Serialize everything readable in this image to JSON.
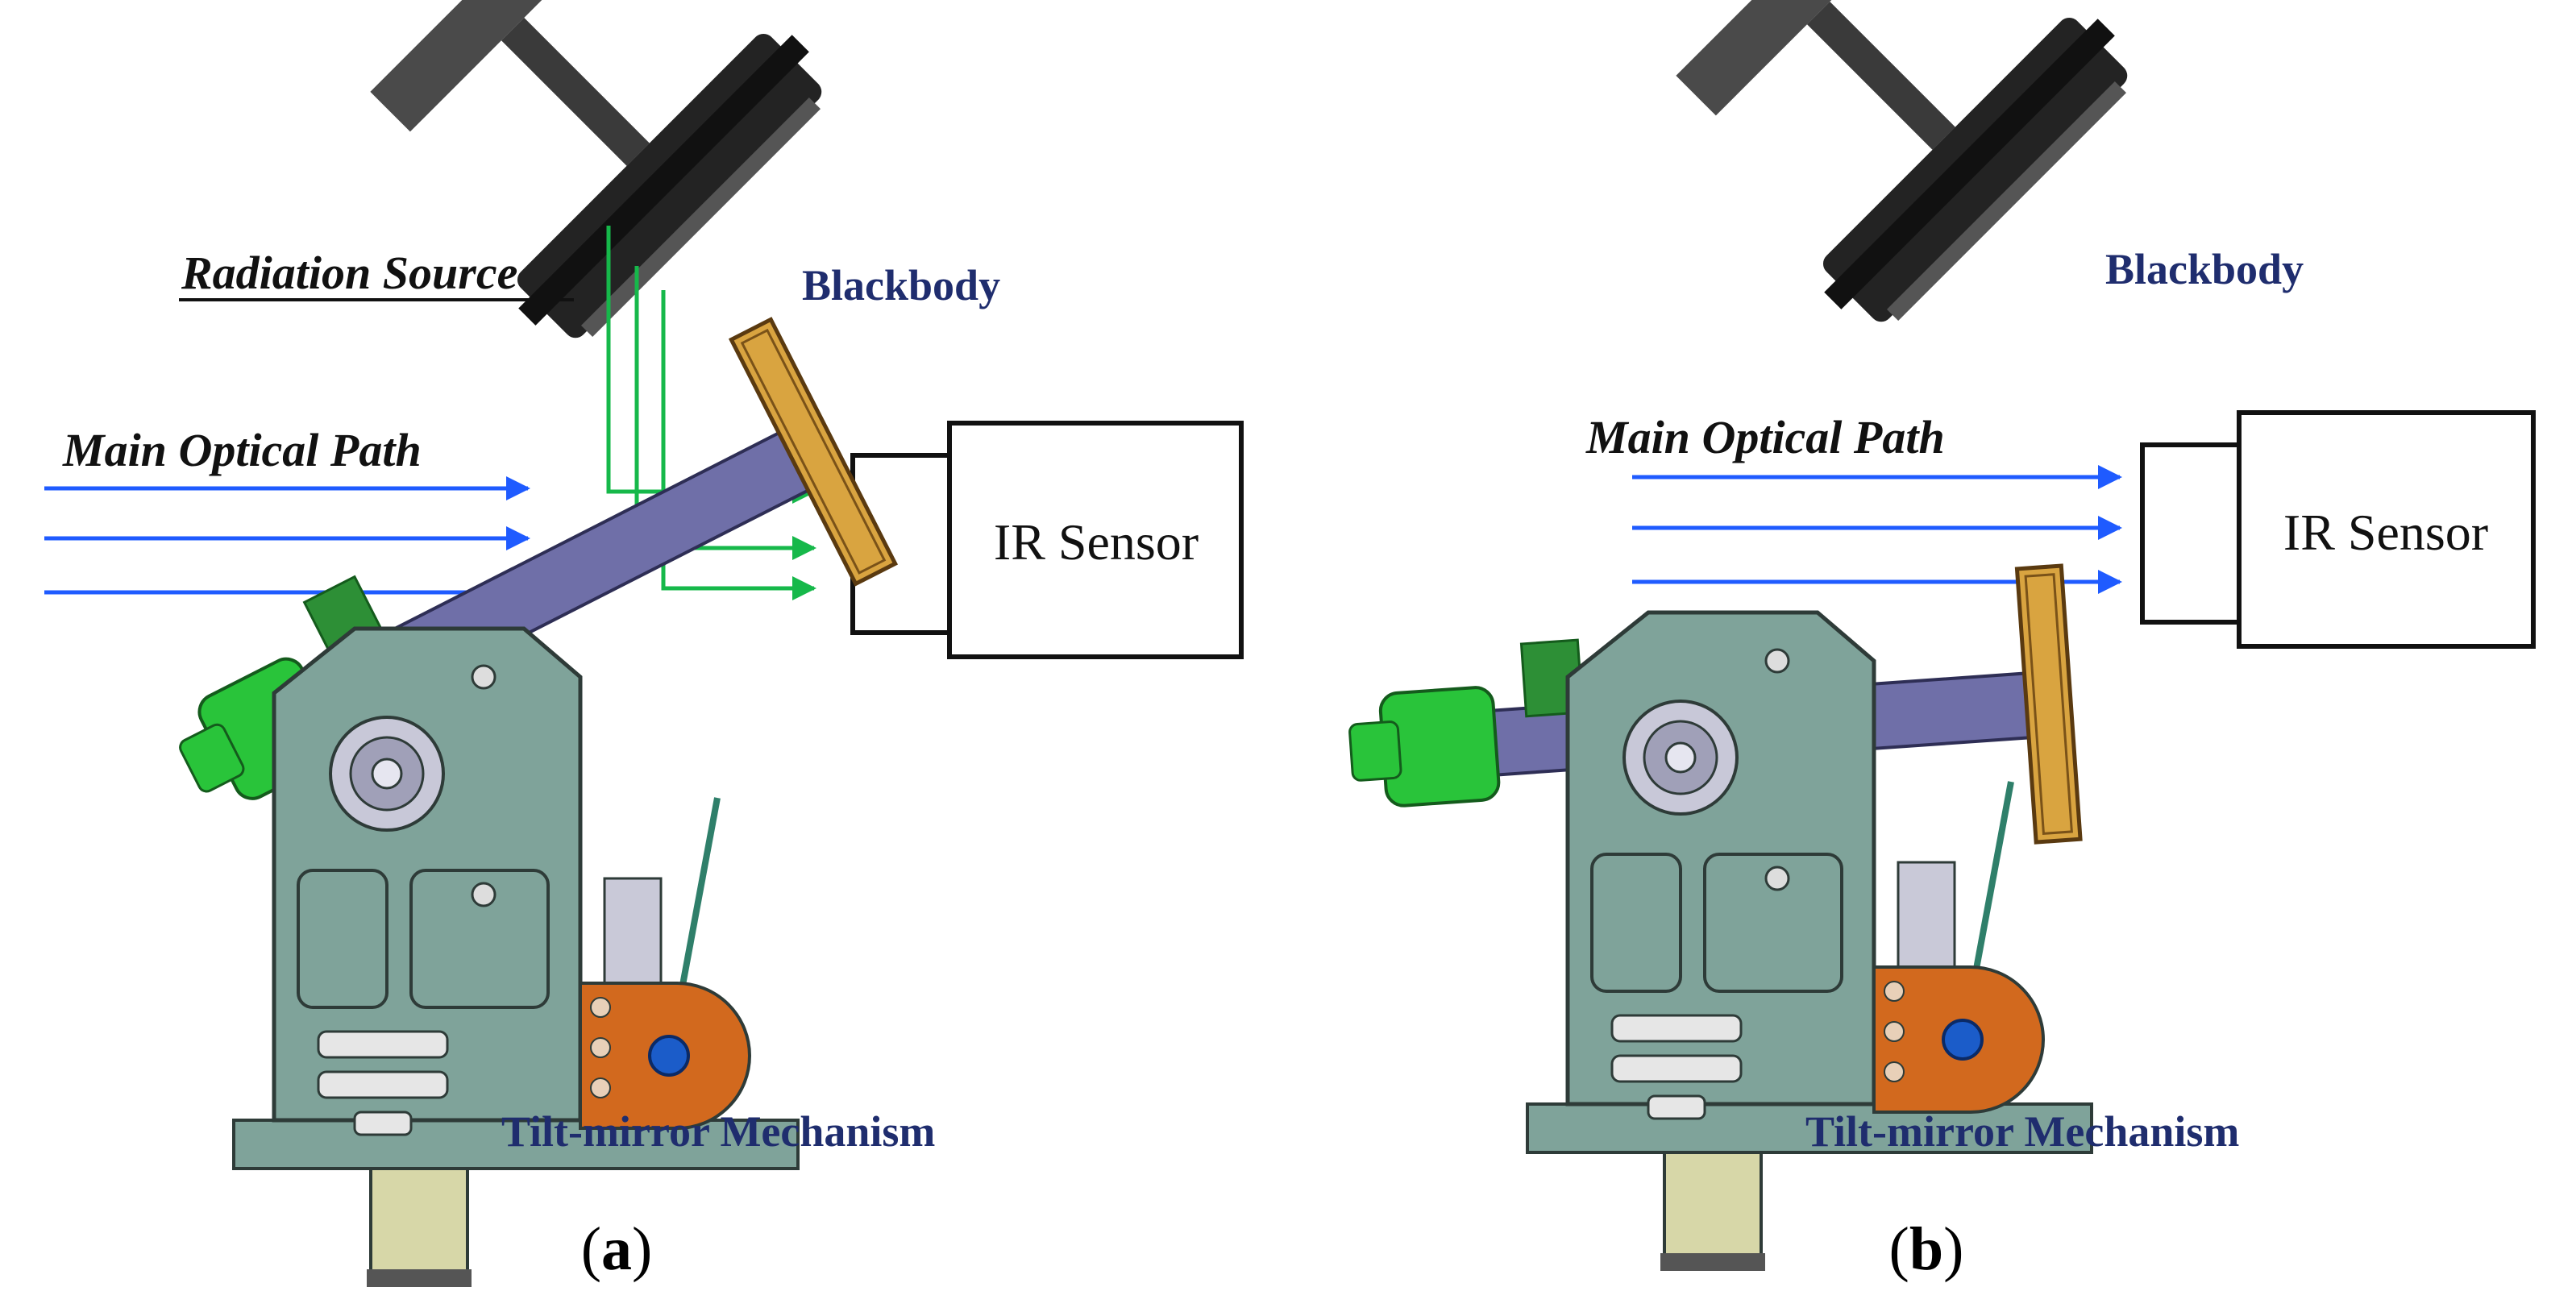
{
  "panels": [
    {
      "id": "a",
      "caption_open": "(",
      "caption_letter": "a",
      "caption_close": ")",
      "labels": {
        "blackbody": "Blackbody",
        "radiation_source": "Radiation Source",
        "main_optical_path": "Main Optical Path",
        "ir_sensor": "IR Sensor",
        "tilt_mirror_mechanism": "Tilt-mirror Mechanism"
      }
    },
    {
      "id": "b",
      "caption_open": "(",
      "caption_letter": "b",
      "caption_close": ")",
      "labels": {
        "blackbody": "Blackbody",
        "main_optical_path": "Main Optical Path",
        "ir_sensor": "IR Sensor",
        "tilt_mirror_mechanism": "Tilt-mirror Mechanism"
      }
    }
  ],
  "colors": {
    "main_path_arrow": "#1f5bff",
    "radiation_arrow": "#16b84a",
    "housing": "#7fa39a",
    "arm": "#6f6fa8",
    "motor": "#29c43a",
    "mirror": "#d9a440",
    "bracket": "#d2691e",
    "label_blue": "#1f2d6e",
    "blackbody": "#2a2a2a"
  }
}
